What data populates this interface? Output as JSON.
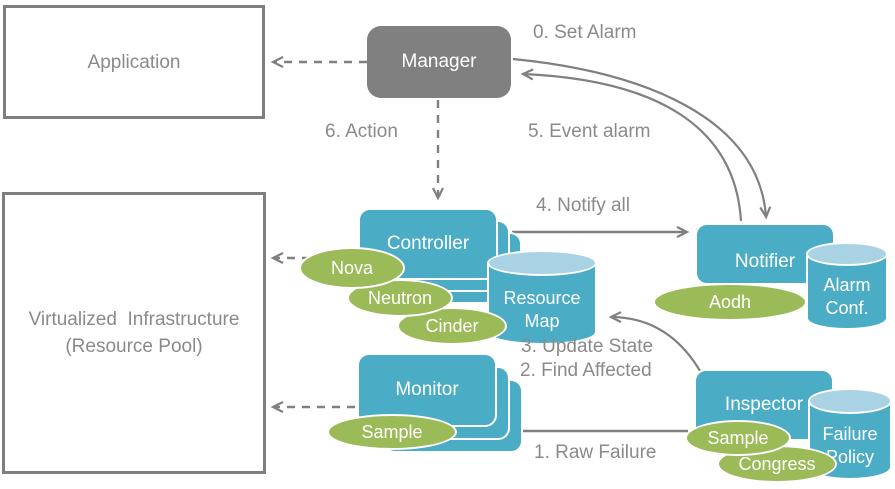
{
  "palette": {
    "teal": "#4BACC6",
    "teal_light": "#A9D2E4",
    "green": "#9BBB59",
    "gray_node": "#808080",
    "gray_text": "#8a8a8a",
    "white": "#ffffff"
  },
  "nodes": {
    "application": {
      "label": "Application"
    },
    "virtualized_infrastructure": {
      "line1": "Virtualized  Infrastructure",
      "line2": "(Resource Pool)"
    },
    "manager": {
      "label": "Manager"
    },
    "controller": {
      "label": "Controller"
    },
    "monitor": {
      "label": "Monitor"
    },
    "notifier": {
      "label": "Notifier"
    },
    "inspector": {
      "label": "Inspector"
    }
  },
  "datastores": {
    "resource_map": {
      "line1": "Resource",
      "line2": "Map"
    },
    "alarm_conf": {
      "line1": "Alarm",
      "line2": "Conf."
    },
    "failure_policy": {
      "line1": "Failure",
      "line2": "Policy"
    }
  },
  "plugins": {
    "nova": {
      "label": "Nova"
    },
    "neutron": {
      "label": "Neutron"
    },
    "cinder": {
      "label": "Cinder"
    },
    "aodh": {
      "label": "Aodh"
    },
    "sample_monitor": {
      "label": "Sample"
    },
    "sample_inspector": {
      "label": "Sample"
    },
    "congress": {
      "label": "Congress"
    }
  },
  "edge_labels": {
    "set_alarm": "0. Set Alarm",
    "event_alarm": "5. Event alarm",
    "action": "6. Action",
    "notify_all": "4. Notify all",
    "update_state": "3. Update State",
    "find_affected": "2. Find Affected",
    "raw_failure": "1. Raw Failure"
  }
}
